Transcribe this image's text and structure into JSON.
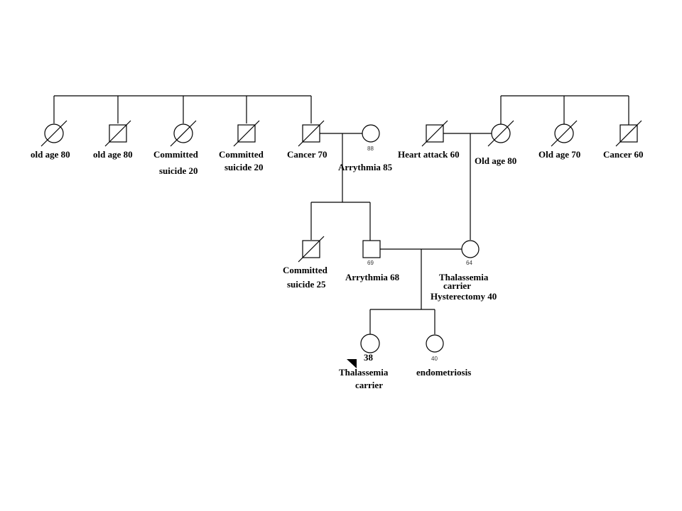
{
  "generation1": {
    "paternal_sibs": [
      {
        "label_lines": [
          "old age 80"
        ]
      },
      {
        "label_lines": [
          "old age 80"
        ]
      },
      {
        "label_lines": [
          "Committed",
          "suicide 20"
        ]
      },
      {
        "label_lines": [
          "Committed",
          "suicide 20"
        ]
      },
      {
        "label_lines": [
          "Cancer 70"
        ]
      }
    ],
    "paternal_grandmother": {
      "age": "88",
      "label": "Arrythmia 85"
    },
    "maternal_grandfather": {
      "label": "Heart attack 60"
    },
    "maternal_sibs": [
      {
        "label": "Old age 80"
      },
      {
        "label": "Old age 70"
      },
      {
        "label": "Cancer 60"
      }
    ]
  },
  "generation2": {
    "uncle": {
      "label_lines": [
        "Committed",
        "suicide 25"
      ]
    },
    "father": {
      "age": "69",
      "label": "Arrythmia 68"
    },
    "mother": {
      "age": "64",
      "label_lines": [
        "Thalassemia",
        "carrier",
        "Hysterectomy 40"
      ]
    }
  },
  "generation3": {
    "proband": {
      "age": "38",
      "label_lines": [
        "Thalassemia",
        "carrier"
      ]
    },
    "sister": {
      "age": "40",
      "label": "endometriosis"
    }
  }
}
